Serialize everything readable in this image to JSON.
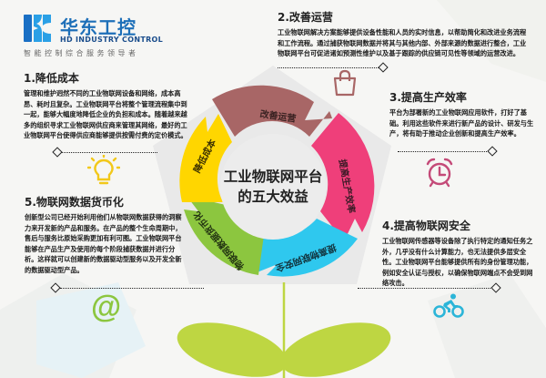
{
  "logo": {
    "name_cn": "华东工控",
    "name_en": "HD INDUSTRY CONTROL",
    "tagline": "智能控制综合服务领导者",
    "color": "#1d6fb8"
  },
  "center": {
    "title_line1": "工业物联网平台",
    "title_line2": "的五大效益"
  },
  "ring_segments": [
    {
      "label": "改善运营",
      "color": "#a86666"
    },
    {
      "label": "提高生产效率",
      "color": "#ef3f7a"
    },
    {
      "label": "提高物联网安全",
      "color": "#2fc8ee"
    },
    {
      "label": "物联网数据货币化",
      "color": "#8cc63f"
    },
    {
      "label": "降低成本",
      "color": "#ffd600"
    }
  ],
  "sections": [
    {
      "title": "1.降低成本",
      "body": "管理和维护迥然不同的工业物联网设备和网络，成本高昂、耗时且复杂。工业物联网平台将整个管理流程集中到一起，能够大幅度地降低企业的负担和成本。随着越来越多的组织寻求工业物联网供应商来管理其网络，最好的工业物联网平台使得供应商能够提供按需付费的定价模式。",
      "icon": "lightbulb-icon"
    },
    {
      "title": "2.改善运营",
      "body": "工业物联网解决方案能够提供设备性能和人员的实时信息，以帮助简化和改进业务流程和工作流程。通过捕获物联网数据并将其与其他内部、外部来源的数据进行整合，工业物联网平台可促进诸如预测性维护以及基于跟踪的供应链可见性等领域的运营改进。",
      "icon": "shopping-bag-icon"
    },
    {
      "title": "3.提高生产效率",
      "body": "平台为部署新的工业物联网应用软件，打好了基础。利用这些软件来进行新产品的设计、研发与生产，将有助于推动企业创新和提高生产效率。",
      "icon": "alarm-clock-icon"
    },
    {
      "title": "4.提高物联网安全",
      "body": "工业物联网传感器等设备除了执行特定的通知任务之外，几乎没有什么计算能力，也无法提供多层安全性。工业物联网平台能够提供所有的身份管理功能，例如安全认证与授权，以确保物联网端点不会受到网络攻击。",
      "icon": "bicycle-icon"
    },
    {
      "title": "5.物联网数据货币化",
      "body": "创新型公司已经开始利用他们从物联网数据获得的洞察力来开发新的产品和服务。在产品的整个生命周期中，售后与服务比原始采购更加有利可图。工业物联网平台能够在产品生产及使用的每个阶段捕获数据并进行分析。这样就可以创建新的数据驱动型服务以及开发全新的数据驱动型产品。",
      "icon": "at-sign-icon"
    }
  ],
  "plant": {
    "color": "#bed642"
  }
}
